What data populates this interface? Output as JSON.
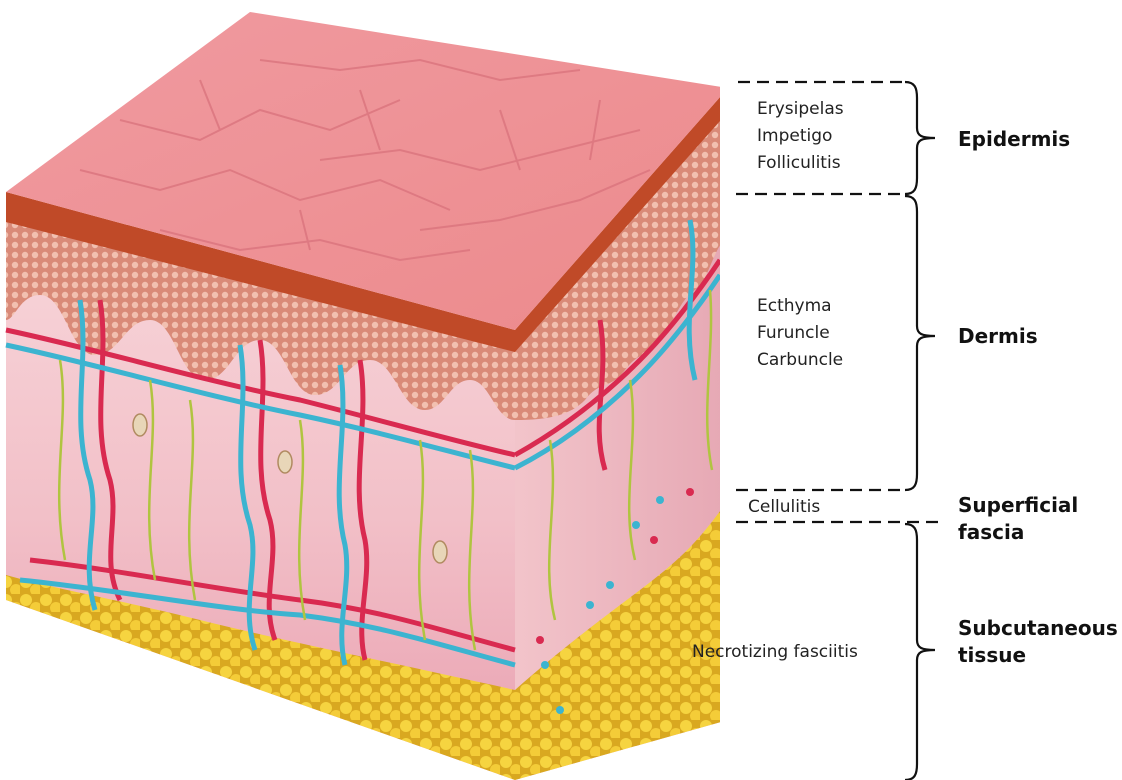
{
  "diagram": {
    "layers": [
      {
        "name": "Epidermis",
        "conditions": [
          "Erysipelas",
          "Impetigo",
          "Folliculitis"
        ]
      },
      {
        "name": "Dermis",
        "conditions": [
          "Ecthyma",
          "Furuncle",
          "Carbuncle"
        ]
      },
      {
        "name": "Superficial fascia",
        "name_lines": [
          "Superficial",
          "fascia"
        ],
        "conditions": [
          "Cellulitis"
        ]
      },
      {
        "name": "Subcutaneous tissue",
        "name_lines": [
          "Subcutaneous",
          "tissue"
        ],
        "conditions": [
          "Necrotizing fasciitis"
        ]
      }
    ],
    "colors": {
      "epidermis_top": "#f0a0a0",
      "epidermis_band": "#c0502a",
      "dermis": "#f3c2c8",
      "fat": "#f0c830",
      "artery": "#d92a50",
      "vein": "#3cb4d0",
      "nerve": "#b0c440"
    }
  }
}
